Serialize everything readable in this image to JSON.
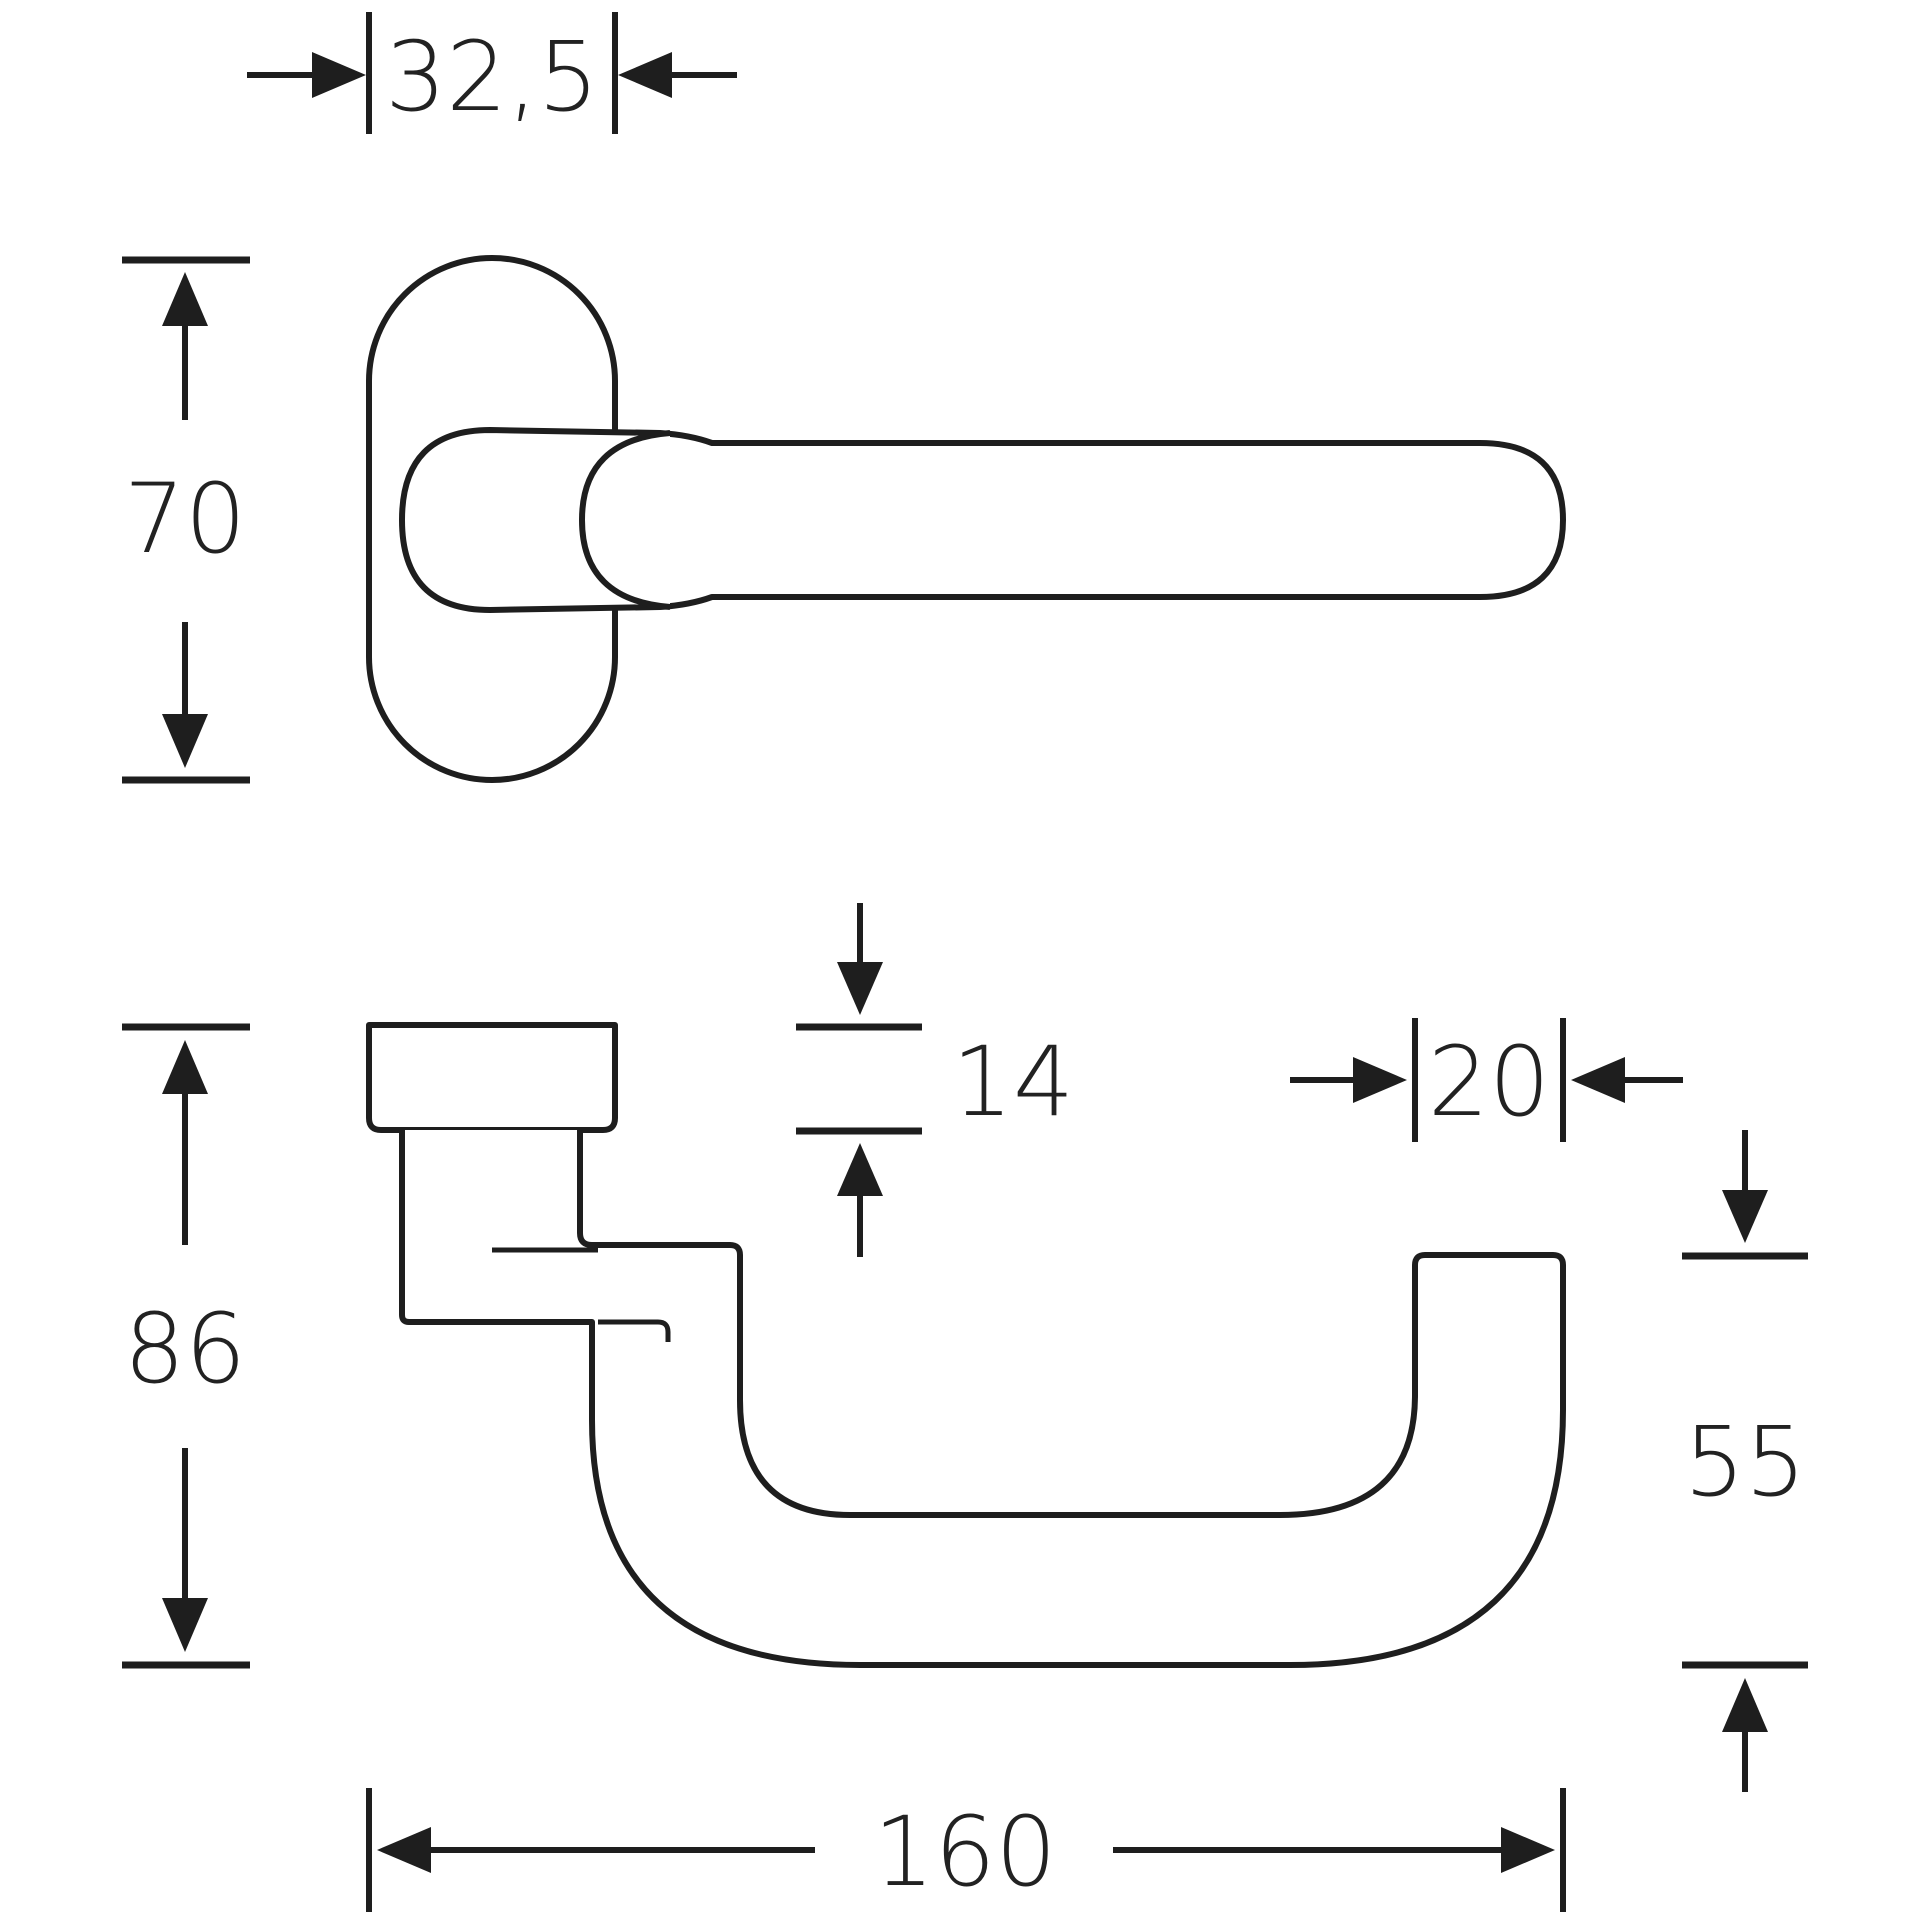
{
  "drawing": {
    "subject": "lever-handle-technical-drawing",
    "line_color": "#1e1e1e",
    "background": "#ffffff"
  },
  "dimensions": {
    "rose_width": "32,5",
    "rose_height": "70",
    "total_height": "86",
    "neck_offset": "14",
    "grip_diameter": "20",
    "grip_drop": "55",
    "total_length": "160"
  }
}
